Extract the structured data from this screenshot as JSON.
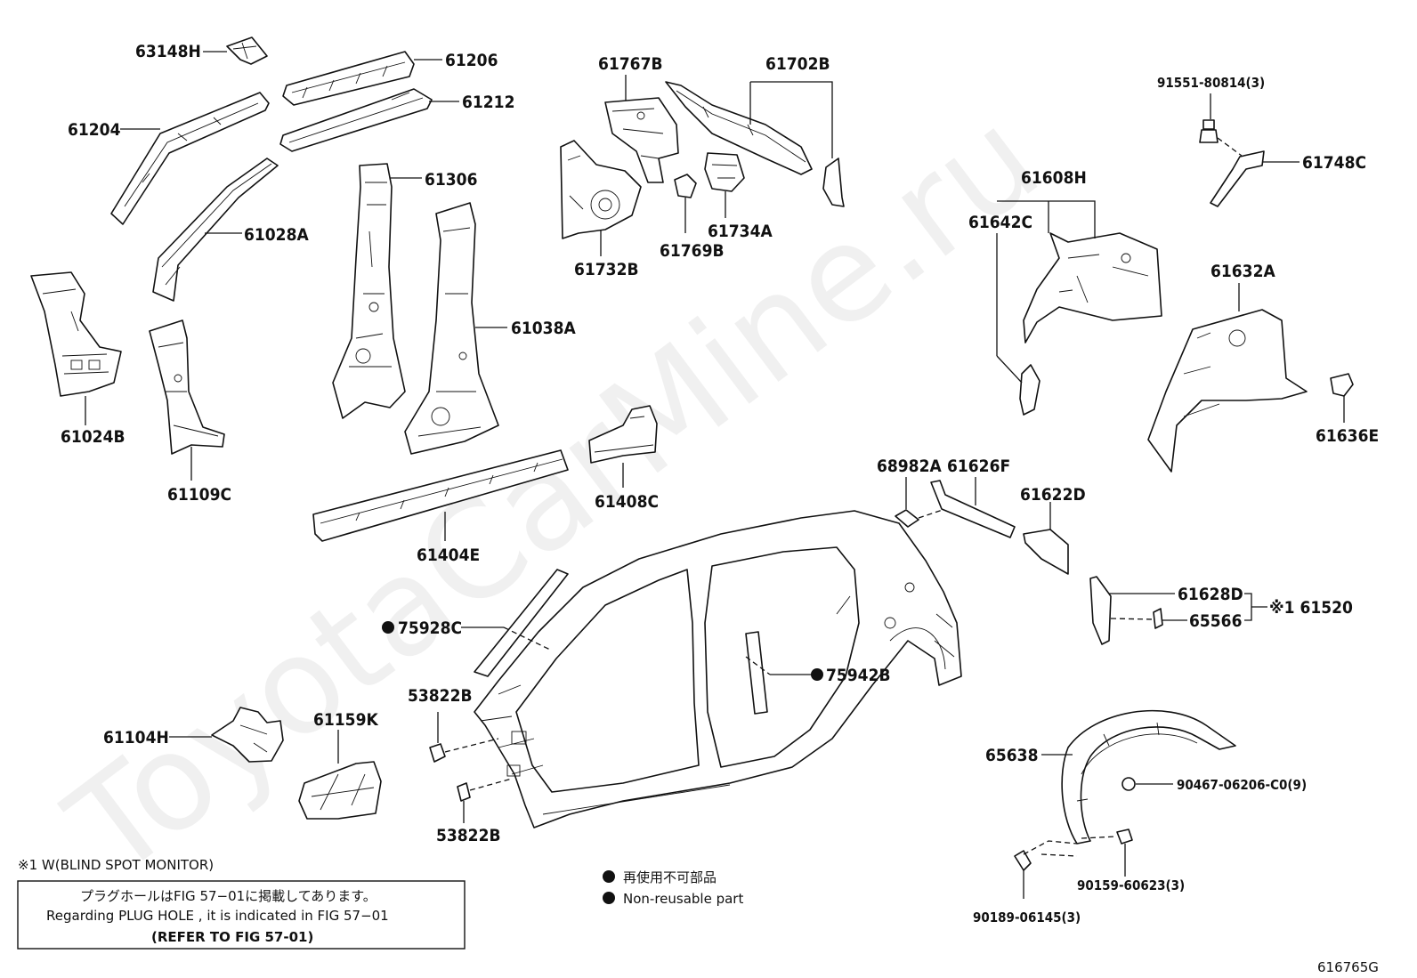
{
  "watermark": "ToyotaCarMine.ru",
  "labels": {
    "p63148H": "63148H",
    "p61206": "61206",
    "p61212": "61212",
    "p61204": "61204",
    "p61028A": "61028A",
    "p61306": "61306",
    "p61038A": "61038A",
    "p61024B": "61024B",
    "p61109C": "61109C",
    "p61767B": "61767B",
    "p61702B": "61702B",
    "p61732B": "61732B",
    "p61769B": "61769B",
    "p61734A": "61734A",
    "p91551": "91551-80814(3)",
    "p61748C": "61748C",
    "p61608H": "61608H",
    "p61642C": "61642C",
    "p61632A": "61632A",
    "p61636E": "61636E",
    "p61408C": "61408C",
    "p61404E": "61404E",
    "p68982A": "68982A",
    "p61626F": "61626F",
    "p61622D": "61622D",
    "p61628D": "61628D",
    "p65566": "65566",
    "p61520": "※1 61520",
    "p75928C": "75928C",
    "p75942B": "75942B",
    "p53822B_top": "53822B",
    "p53822B_bot": "53822B",
    "p61104H": "61104H",
    "p61159K": "61159K",
    "p65638": "65638",
    "p90467": "90467-06206-C0(9)",
    "p90159": "90159-60623(3)",
    "p90189": "90189-06145(3)"
  },
  "notes": {
    "footnote": "※1 W(BLIND SPOT MONITOR)",
    "box_line1": "プラグホールはFIG 57−01に掲載してあります。",
    "box_line2": "Regarding PLUG HOLE , it is indicated in FIG 57−01",
    "box_line3": "(REFER TO FIG 57-01)"
  },
  "legend": {
    "jp": "再使用不可部品",
    "en": "Non-reusable part"
  },
  "figure_id": "616765G"
}
